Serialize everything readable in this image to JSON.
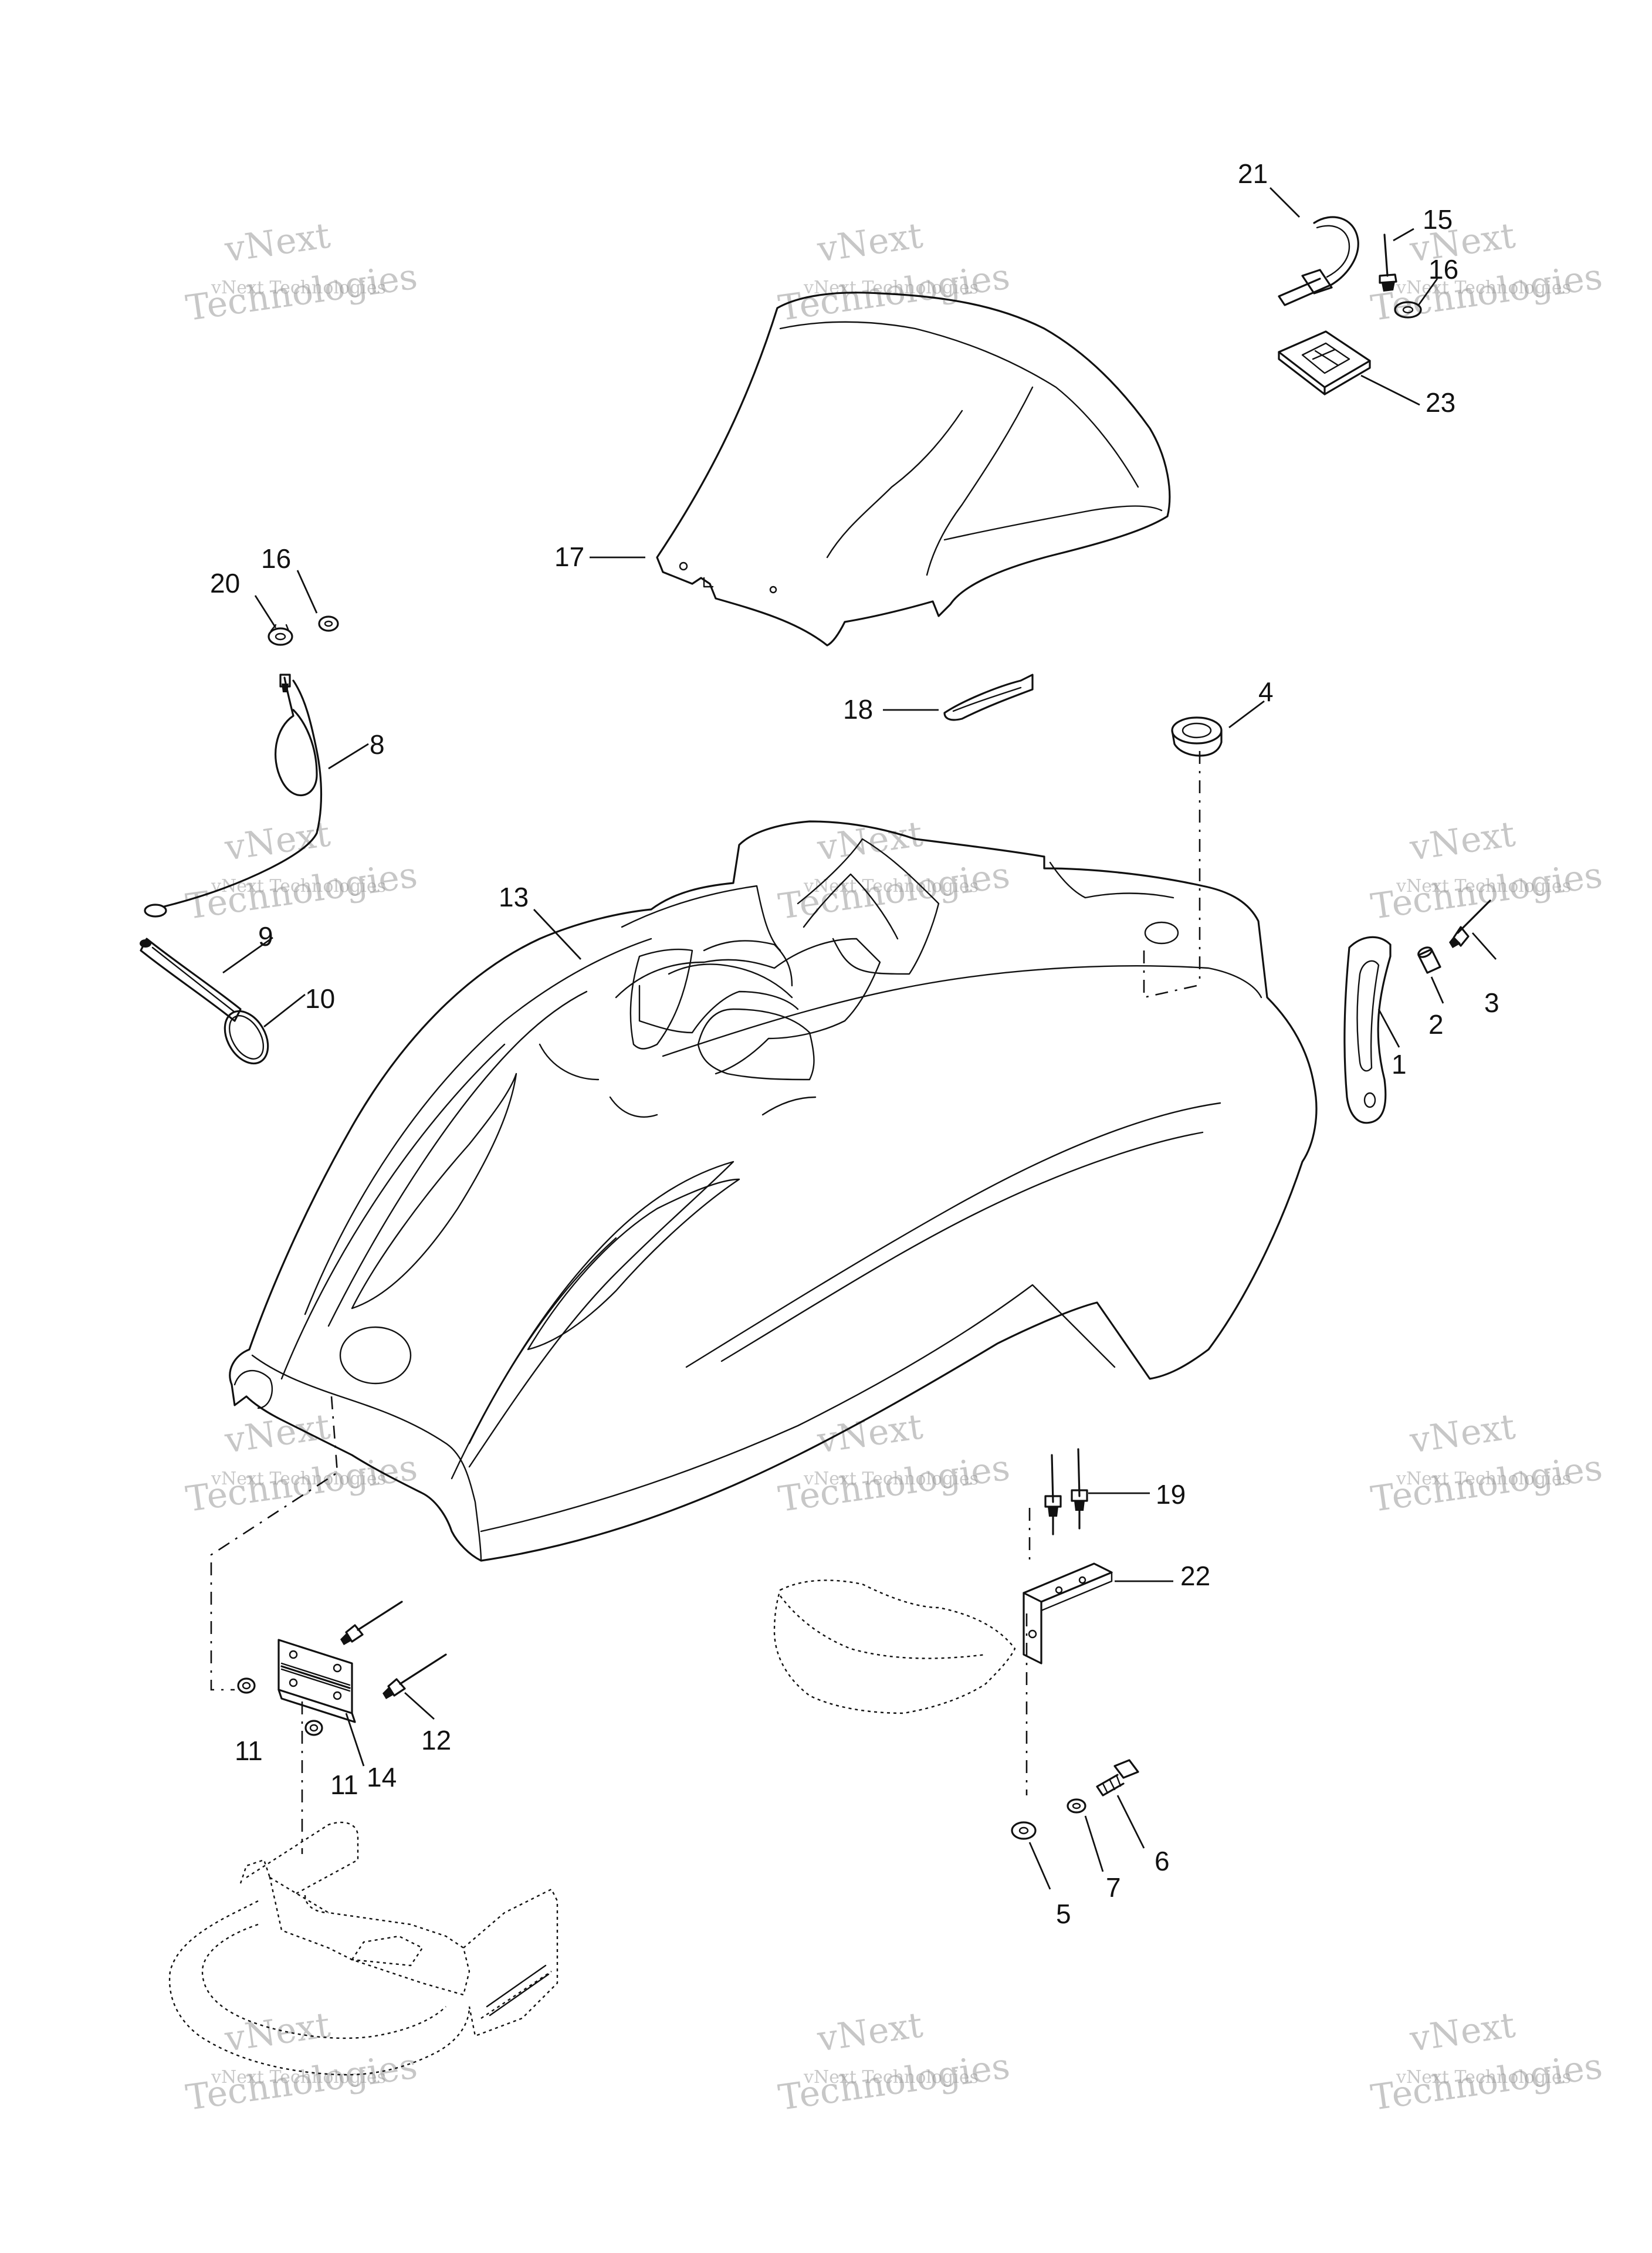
{
  "callouts": [
    {
      "id": "c21",
      "text": "21"
    },
    {
      "id": "c15",
      "text": "15"
    },
    {
      "id": "c16a",
      "text": "16"
    },
    {
      "id": "c23",
      "text": "23"
    },
    {
      "id": "c17",
      "text": "17"
    },
    {
      "id": "c20",
      "text": "20"
    },
    {
      "id": "c16b",
      "text": "16"
    },
    {
      "id": "c8",
      "text": "8"
    },
    {
      "id": "c18",
      "text": "18"
    },
    {
      "id": "c4",
      "text": "4"
    },
    {
      "id": "c13",
      "text": "13"
    },
    {
      "id": "c9",
      "text": "9"
    },
    {
      "id": "c10",
      "text": "10"
    },
    {
      "id": "c3",
      "text": "3"
    },
    {
      "id": "c2",
      "text": "2"
    },
    {
      "id": "c1",
      "text": "1"
    },
    {
      "id": "c19",
      "text": "19"
    },
    {
      "id": "c22",
      "text": "22"
    },
    {
      "id": "c12",
      "text": "12"
    },
    {
      "id": "c11a",
      "text": "11"
    },
    {
      "id": "c11b",
      "text": "11"
    },
    {
      "id": "c14",
      "text": "14"
    },
    {
      "id": "c6",
      "text": "6"
    },
    {
      "id": "c7",
      "text": "7"
    },
    {
      "id": "c5",
      "text": "5"
    }
  ],
  "watermark": {
    "line1": "vNext Technologies",
    "brand_large": "vNext",
    "brand_word": "Technologies"
  },
  "footer_code": ""
}
